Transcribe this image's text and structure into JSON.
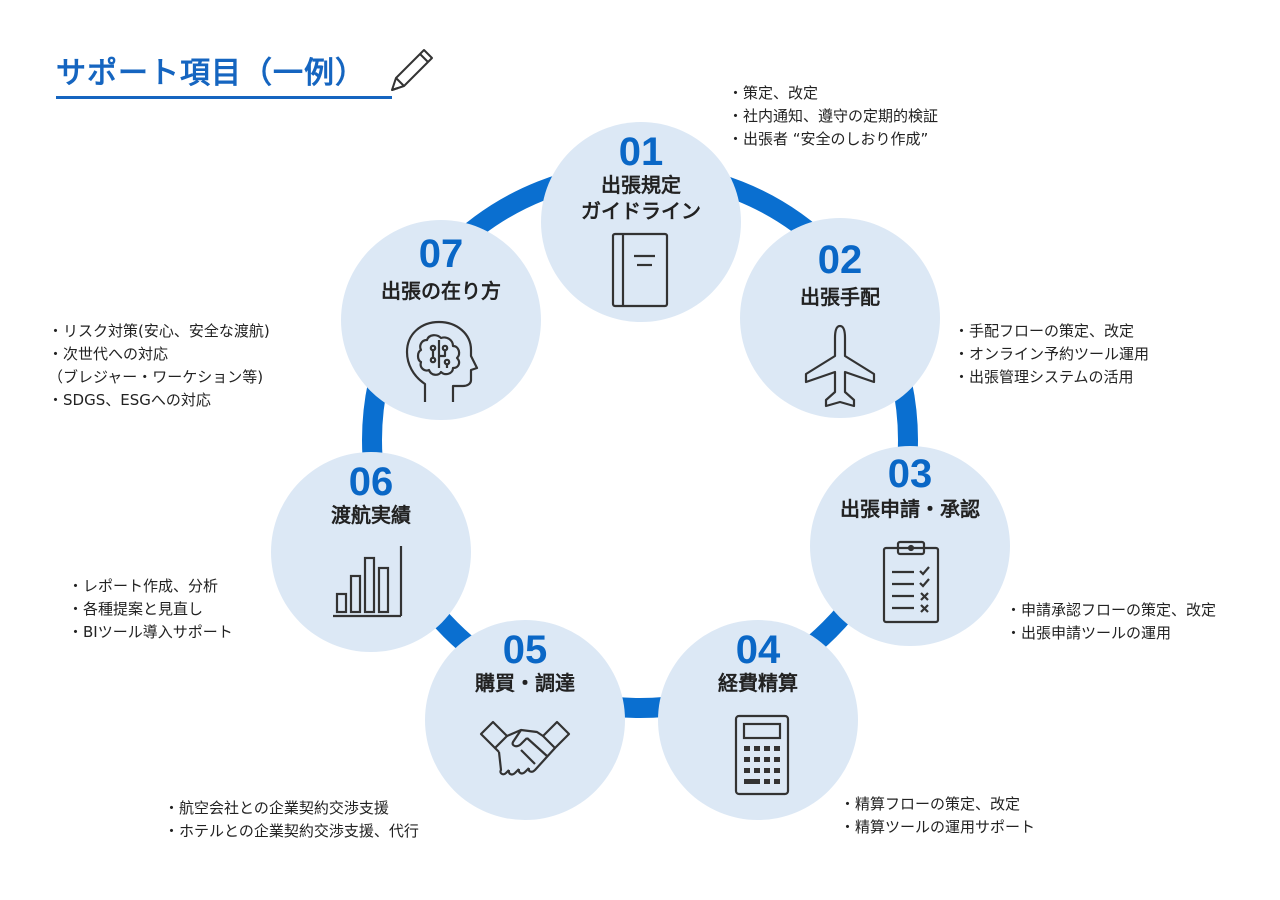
{
  "title": "サポート項目（一例）",
  "colors": {
    "accent": "#0a67c6",
    "circle_fill": "#dce8f5",
    "ring": "#0a6fd0"
  },
  "items": [
    {
      "num": "01",
      "label_lines": [
        "出張規定",
        "ガイドライン"
      ],
      "icon": "guidebook-icon",
      "bullets": [
        "・策定、改定",
        "・社内通知、遵守の定期的検証",
        "・出張者 “安全のしおり作成”"
      ]
    },
    {
      "num": "02",
      "label_lines": [
        "出張手配"
      ],
      "icon": "airplane-icon",
      "bullets": [
        "・手配フローの策定、改定",
        "・オンライン予約ツール運用",
        "・出張管理システムの活用"
      ]
    },
    {
      "num": "03",
      "label_lines": [
        "出張申請・承認"
      ],
      "icon": "checklist-clipboard-icon",
      "bullets": [
        "・申請承認フローの策定、改定",
        "・出張申請ツールの運用"
      ]
    },
    {
      "num": "04",
      "label_lines": [
        "経費精算"
      ],
      "icon": "calculator-icon",
      "bullets": [
        "・精算フローの策定、改定",
        "・精算ツールの運用サポート"
      ]
    },
    {
      "num": "05",
      "label_lines": [
        "購買・調達"
      ],
      "icon": "handshake-icon",
      "bullets": [
        "・航空会社との企業契約交渉支援",
        "・ホテルとの企業契約交渉支援、代行"
      ]
    },
    {
      "num": "06",
      "label_lines": [
        "渡航実績"
      ],
      "icon": "bar-chart-icon",
      "bullets": [
        "・レポート作成、分析",
        "・各種提案と見直し",
        "・BIツール導入サポート"
      ]
    },
    {
      "num": "07",
      "label_lines": [
        "出張の在り方"
      ],
      "icon": "ai-brain-head-icon",
      "bullets": [
        "・リスク対策(安心、安全な渡航)",
        "・次世代への対応",
        "（ブレジャー・ワーケション等)",
        "・SDGS、ESGへの対応"
      ]
    }
  ]
}
